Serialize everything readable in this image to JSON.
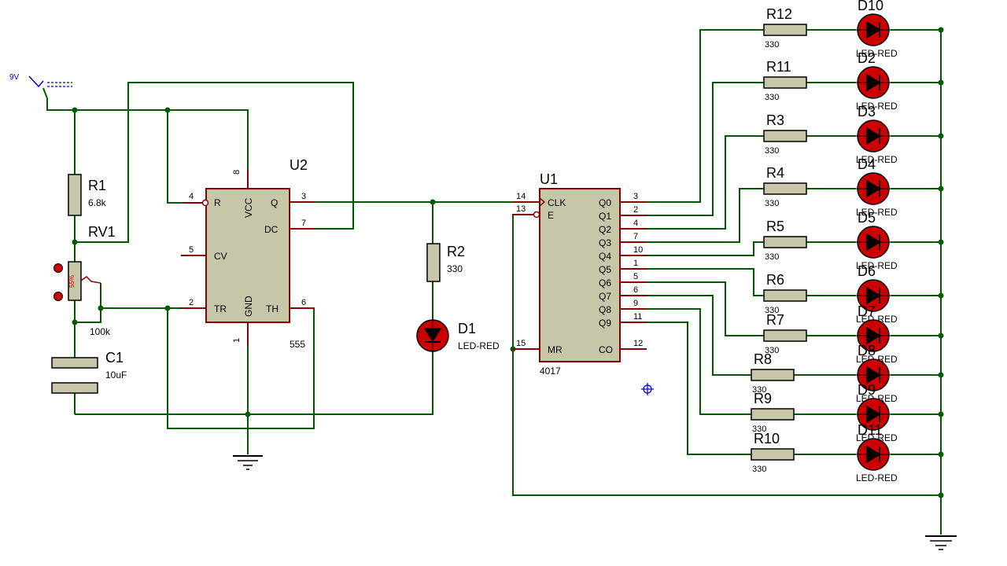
{
  "power": {
    "label": "9V"
  },
  "r1": {
    "name": "R1",
    "value": "6.8k"
  },
  "rv1": {
    "name": "RV1",
    "value": "100k",
    "percent": "55%"
  },
  "c1": {
    "name": "C1",
    "value": "10uF"
  },
  "u2": {
    "name": "U2",
    "part": "555",
    "pins": {
      "r": "R",
      "vcc": "VCC",
      "q": "Q",
      "dc": "DC",
      "cv": "CV",
      "tr": "TR",
      "gnd": "GND",
      "th": "TH"
    },
    "pin_numbers": {
      "r": "4",
      "vcc": "8",
      "q": "3",
      "dc": "7",
      "cv": "5",
      "tr": "2",
      "gnd": "1",
      "th": "6"
    }
  },
  "r2": {
    "name": "R2",
    "value": "330"
  },
  "d1": {
    "name": "D1",
    "type": "LED-RED"
  },
  "u1": {
    "name": "U1",
    "part": "4017",
    "left_pins": [
      {
        "label": "CLK",
        "num": "14"
      },
      {
        "label": "E",
        "num": "13"
      },
      {
        "label": "MR",
        "num": "15"
      }
    ],
    "right_pins": [
      {
        "label": "Q0",
        "num": "3"
      },
      {
        "label": "Q1",
        "num": "2"
      },
      {
        "label": "Q2",
        "num": "4"
      },
      {
        "label": "Q3",
        "num": "7"
      },
      {
        "label": "Q4",
        "num": "10"
      },
      {
        "label": "Q5",
        "num": "1"
      },
      {
        "label": "Q6",
        "num": "5"
      },
      {
        "label": "Q7",
        "num": "6"
      },
      {
        "label": "Q8",
        "num": "9"
      },
      {
        "label": "Q9",
        "num": "11"
      }
    ],
    "co": {
      "label": "CO",
      "num": "12"
    }
  },
  "outputs": [
    {
      "res": "R12",
      "val": "330",
      "led": "D10",
      "type": "LED-RED"
    },
    {
      "res": "R11",
      "val": "330",
      "led": "D2",
      "type": "LED-RED"
    },
    {
      "res": "R3",
      "val": "330",
      "led": "D3",
      "type": "LED-RED"
    },
    {
      "res": "R4",
      "val": "330",
      "led": "D4",
      "type": "LED-RED"
    },
    {
      "res": "R5",
      "val": "330",
      "led": "D5",
      "type": "LED-RED"
    },
    {
      "res": "R6",
      "val": "330",
      "led": "D6",
      "type": "LED-RED"
    },
    {
      "res": "R7",
      "val": "330",
      "led": "D7",
      "type": "LED-RED"
    },
    {
      "res": "R8",
      "val": "330",
      "led": "D8",
      "type": "LED-RED"
    },
    {
      "res": "R9",
      "val": "330",
      "led": "D9",
      "type": "LED-RED"
    },
    {
      "res": "R10",
      "val": "330",
      "led": "D11",
      "type": "LED-RED"
    }
  ]
}
